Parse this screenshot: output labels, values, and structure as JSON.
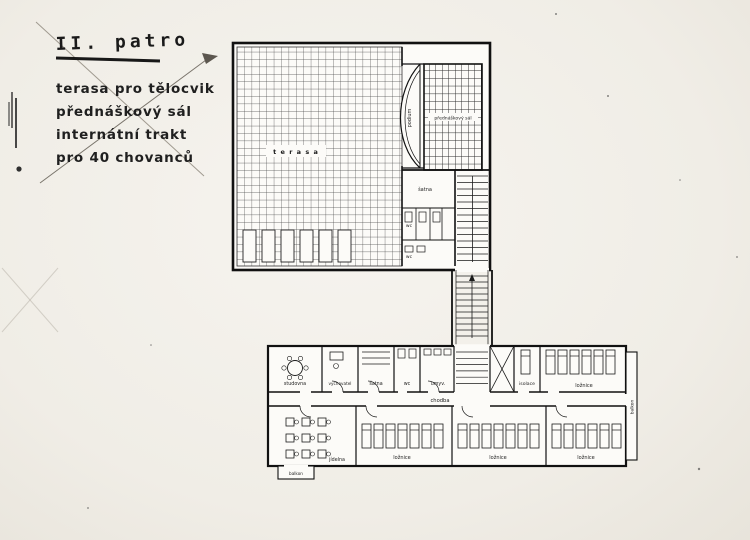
{
  "legend": {
    "title": "II. patro",
    "lines": [
      "terasa pro tělocvik",
      "přednáškový sál",
      "internátní trakt",
      "pro 40 chovanců"
    ]
  },
  "rooms": {
    "terasa": "t e r a s a",
    "podium": "podium",
    "hall": "přednáškový sál",
    "satna": "šatna",
    "wc": "wc",
    "chodba": "chodba",
    "studovna": "studovna",
    "vychovatel": "vychovatel",
    "umyvarna": "umyv.",
    "isolace": "isolace",
    "jidelna": "jídelna",
    "loznice": "ložnice",
    "balkon": "balkon"
  },
  "colors": {
    "ink": "#1b1b1b",
    "paper": "#f2efe9"
  }
}
